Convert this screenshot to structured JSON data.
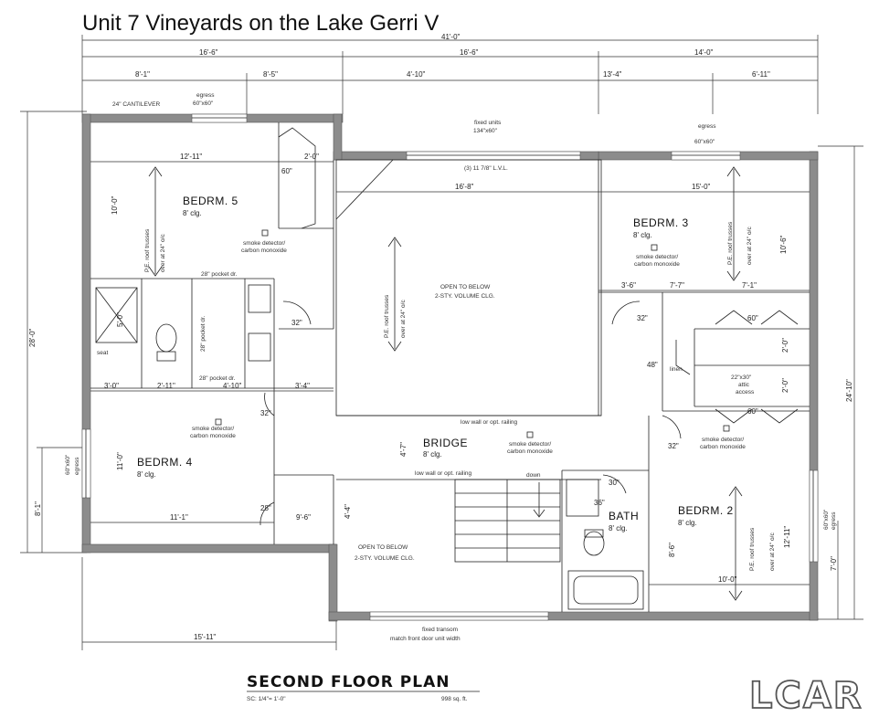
{
  "title": "Unit 7 Vineyards on the Lake Gerri V",
  "plan_title": "SECOND FLOOR PLAN",
  "scale": "SC: 1/4\"= 1'-0\"",
  "area": "998 sq. ft.",
  "logo": "LCAR",
  "dims": {
    "overall_w": "41'-0\"",
    "top_a": "16'-6\"",
    "top_b": "16'-6\"",
    "top_c": "14'-0\"",
    "sub_a": "8'-1\"",
    "sub_b": "8'-5\"",
    "sub_c": "4'-10\"",
    "sub_d": "13'-4\"",
    "sub_e": "6'-11\"",
    "left_h": "28'-0\"",
    "left_low": "8'-1\"",
    "right_h": "24'-10\"",
    "right_low": "7'-0\"",
    "bottom": "15'-11\"",
    "b5_w": "12'-11\"",
    "b5_h": "10'-0\"",
    "closet_2": "2'-0\"",
    "open_w": "16'-8\"",
    "b3_w": "15'-0\"",
    "b3_h": "10'-6\"",
    "b3_a": "3'-6\"",
    "b3_b": "7'-7\"",
    "b3_c": "7'-1\"",
    "bath_a": "3'-0\"",
    "bath_b": "2'-11\"",
    "bath_c": "4'-10\"",
    "hall_a": "3'-4\"",
    "bath_h": "5'-0\"",
    "b4_h": "11'-0\"",
    "b4_w": "11'-1\"",
    "closet_b4": "9'-6\"",
    "bridge_h": "4'-7\"",
    "stair_h": "4'-4\"",
    "b2_h": "12'-11\"",
    "b2_w": "10'-0\"",
    "bath2_h": "8'-6\"",
    "closet_20a": "2'-0\"",
    "closet_20b": "2'-0\"",
    "d32a": "32\"",
    "d32b": "32\"",
    "d32c": "32\"",
    "d32d": "32\"",
    "d28": "28\"",
    "d30": "30\"",
    "d36": "36\"",
    "d48": "48\"",
    "d60a": "60\"",
    "d60b": "60\"",
    "d60c": "60\"",
    "lvl": "(3) 11 7/8\" L.V.L."
  },
  "rooms": {
    "bedrm5": "BEDRM. 5",
    "bedrm5_clg": "8' clg.",
    "bedrm3": "BEDRM. 3",
    "bedrm3_clg": "8' clg.",
    "bedrm4": "BEDRM. 4",
    "bedrm4_clg": "8' clg.",
    "bedrm2": "BEDRM. 2",
    "bedrm2_clg": "8' clg.",
    "bath": "BATH",
    "bath_clg": "8' clg.",
    "bridge": "BRIDGE",
    "bridge_clg": "8' clg."
  },
  "notes": {
    "cantilever": "24\" CANTILEVER",
    "egress_top": "egress",
    "egress_top_size": "60\"x60\"",
    "fixed_units": "fixed units",
    "fixed_units_size": "134\"x60\"",
    "egress_right": "egress",
    "egress_right_size": "60\"x60\"",
    "open_below_1": "OPEN TO BELOW",
    "open_below_1b": "2-STY. VOLUME CLG.",
    "open_below_2": "OPEN TO BELOW",
    "open_below_2b": "2-STY. VOLUME CLG.",
    "truss_1": "P.E. roof trusses",
    "truss_1b": "over at 24\" o/c",
    "truss_2": "P.E. roof trusses",
    "truss_2b": "over at 24\" o/c",
    "truss_3": "P.E. roof trusses",
    "truss_3b": "over at 24\" o/c",
    "truss_4": "P.E. roof trusses",
    "truss_4b": "over at 24\" o/c",
    "smoke_1": "smoke detector/",
    "smoke_1b": "carbon monoxide",
    "smoke_2": "smoke detector/",
    "smoke_2b": "carbon monoxide",
    "smoke_3": "smoke detector/",
    "smoke_3b": "carbon monoxide",
    "smoke_4": "smoke detector/",
    "smoke_4b": "carbon monoxide",
    "smoke_5": "smoke detector/",
    "smoke_5b": "carbon monoxide",
    "pocket_1": "28\" pocket dr.",
    "pocket_2": "28\" pocket dr.",
    "pocket_3": "28\" pocket dr.",
    "seat": "seat",
    "low_wall_1": "low wall or opt. railing",
    "low_wall_2": "low wall or opt. railing",
    "down": "down",
    "linen": "linen",
    "attic": "22\"x30\"",
    "attic_b": "attic",
    "attic_c": "access",
    "egress_left": "60\"x60\"",
    "egress_left_b": "egress",
    "egress_right2": "60\"x60\"",
    "egress_right2_b": "egress",
    "transom": "fixed transom",
    "transom_b": "match front door unit width"
  }
}
